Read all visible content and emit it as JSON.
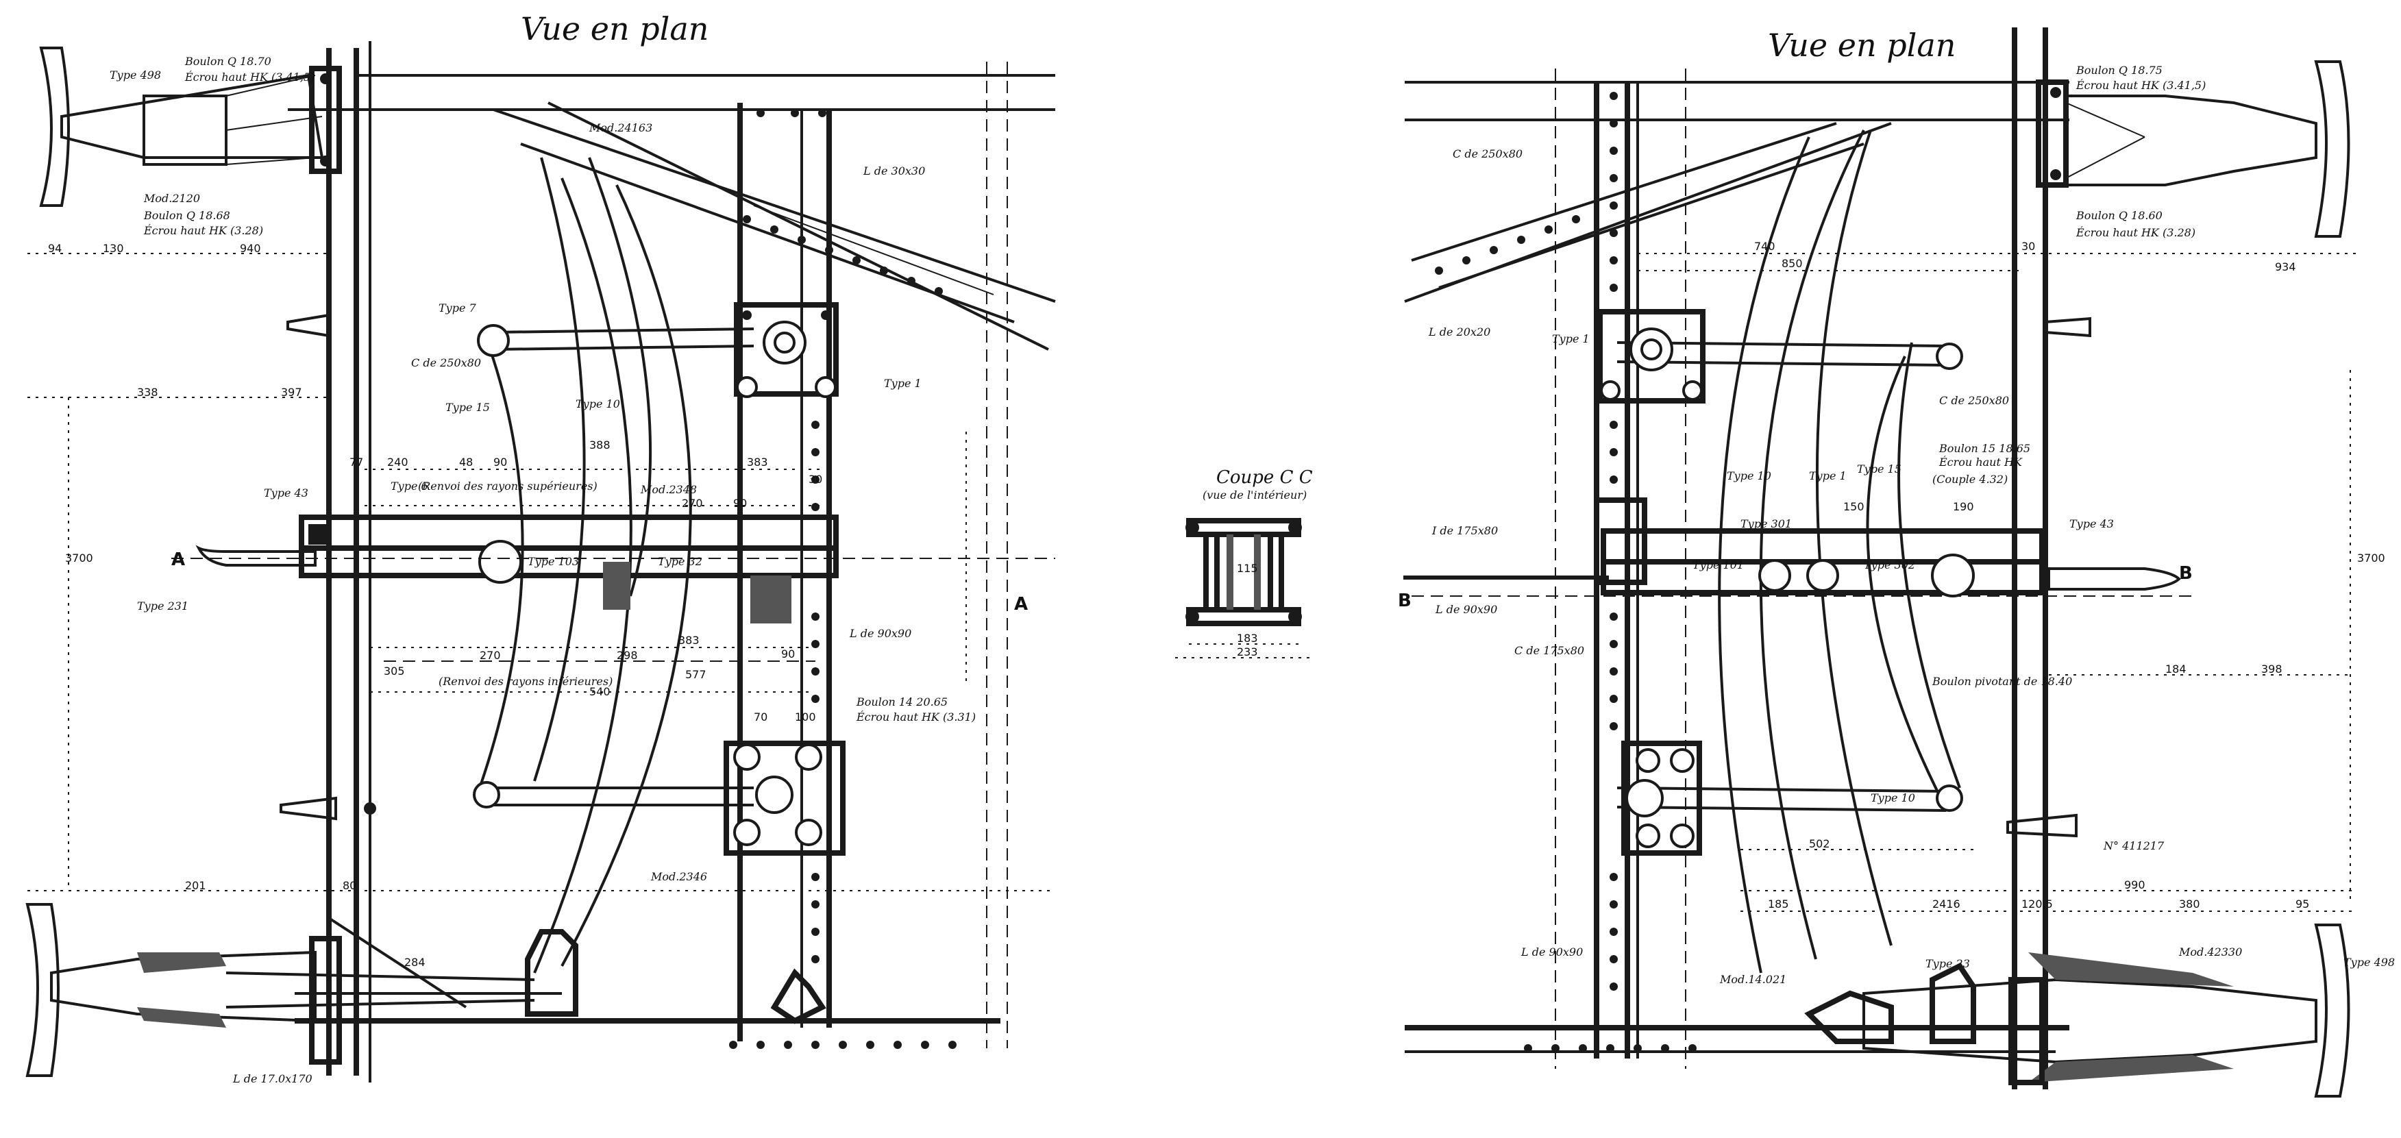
{
  "left_view": {
    "title": "Vue en plan",
    "labels": {
      "type_498": "Type 498",
      "boulon_top": "Boulon Q 18.70",
      "ecrou_top": "Écrou haut HK (3.41,5)",
      "mod_top": "Mod.2120",
      "boulon_2": "Boulon Q 18.68",
      "ecrou_2": "Écrou haut HK (3.28)",
      "mod_24163": "Mod.24163",
      "l_30x30": "L de 30x30",
      "type_7": "Type 7",
      "c_250": "C de 250x80",
      "type_1": "Type 1",
      "type_15": "Type 15",
      "type_10": "Type 10",
      "type_43": "Type 43",
      "type_6": "Type 6",
      "renvoi_sup": "(Renvoi des rayons supérieures)",
      "mod_2348": "Mod.2348",
      "type_231": "Type 231",
      "type_103": "Type 103",
      "type_32": "Type 32",
      "renvoi_inf": "(Renvoi des rayons inférieures)",
      "l_90x90": "L de 90x90",
      "boulon_3": "Boulon 14 20.65",
      "ecrou_3": "Écrou haut HK (3.31)",
      "mod_2346": "Mod.2346",
      "l_bottom": "L de 17.0x170",
      "section_a": "A"
    },
    "dims": [
      "94",
      "130",
      "940",
      "338",
      "397",
      "3700",
      "77",
      "240",
      "48",
      "90",
      "388",
      "270",
      "90",
      "383",
      "30",
      "201",
      "270",
      "305",
      "298",
      "383",
      "540",
      "577",
      "90",
      "70",
      "100",
      "284",
      "80"
    ]
  },
  "section_view": {
    "title": "Coupe C C",
    "subtitle": "(vue de l'intérieur)",
    "dims": [
      "115",
      "183",
      "233"
    ]
  },
  "right_view": {
    "title": "Vue en plan",
    "labels": {
      "boulon_top": "Boulon Q 18.75",
      "ecrou_top": "Écrou haut HK (3.41,5)",
      "boulon_2": "Boulon Q 18.60",
      "ecrou_2": "Écrou haut HK (3.28)",
      "c_250": "C de 250x80",
      "l_20": "L de 20x20",
      "type_1": "Type 1",
      "c_250b": "C de 250x80",
      "type_10": "Type 10",
      "type_1b": "Type 1",
      "type_15": "Type 15",
      "boulon_3": "Boulon 15 18.65",
      "ecrou_3": "Écrou haut HK",
      "couple": "(Couple 4.32)",
      "type_43": "Type 43",
      "i_175": "I de 175x80",
      "type_101": "Type 101",
      "type_301": "Type 301",
      "type_302": "Type 302",
      "l_90x90": "L de 90x90",
      "c_175": "C de 175x80",
      "pivote": "Boulon pivotant de 18.40",
      "type_10b": "Type 10",
      "nr": "N° 411217",
      "l_bottom": "L de 90x90",
      "mod_bottom_left": "Mod.14.021",
      "type_23": "Type 23",
      "mod_bottom_right": "Mod.42330",
      "type_498": "Type 498",
      "section_b": "B"
    },
    "dims": [
      "740",
      "850",
      "934",
      "30",
      "150",
      "190",
      "184",
      "398",
      "502",
      "3700",
      "185",
      "2416",
      "120,5",
      "990",
      "380",
      "95"
    ]
  }
}
